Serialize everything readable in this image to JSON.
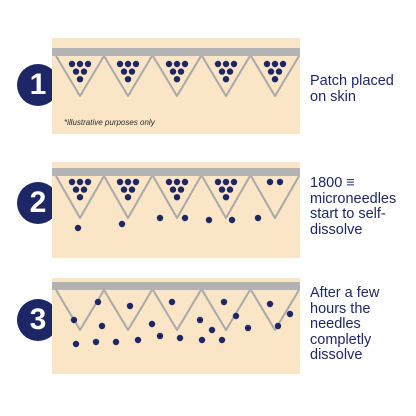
{
  "steps": [
    {
      "number": "1",
      "caption": [
        "Patch placed",
        "on skin"
      ],
      "note": "*illustrative purposes only"
    },
    {
      "number": "2",
      "caption": [
        "1800 ≡",
        "microneedles",
        "start to self-",
        "dissolve"
      ]
    },
    {
      "number": "3",
      "caption": [
        "After a few",
        "hours the",
        "needles",
        "completly",
        "dissolve"
      ]
    }
  ],
  "colors": {
    "skin": "#fae5c6",
    "patch_backing": "#b3b3b3",
    "needle_outline": "#a9a9a9",
    "drug_dot": "#1d2766",
    "badge": "#1d2766",
    "text": "#1d2766"
  },
  "icons": {
    "needle": "microneedle-triangle",
    "dot": "drug-particle"
  }
}
